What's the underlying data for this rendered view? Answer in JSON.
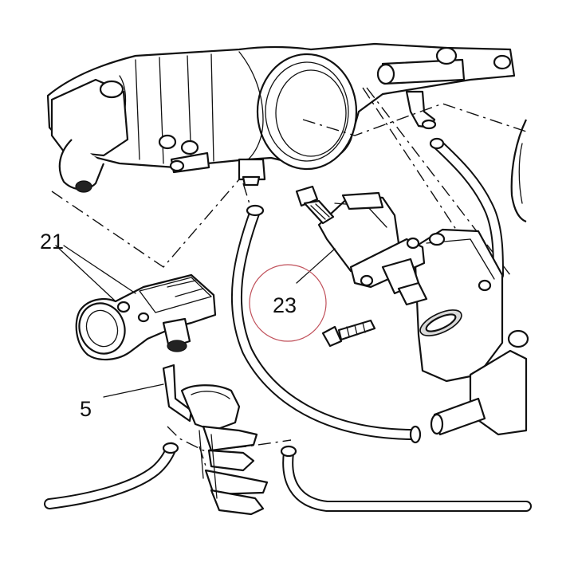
{
  "callouts": {
    "part_21": "21",
    "part_5": "5",
    "part_23": "23"
  },
  "colors": {
    "line": "#111111",
    "background": "#ffffff",
    "highlight_circle": "#c0505a"
  }
}
